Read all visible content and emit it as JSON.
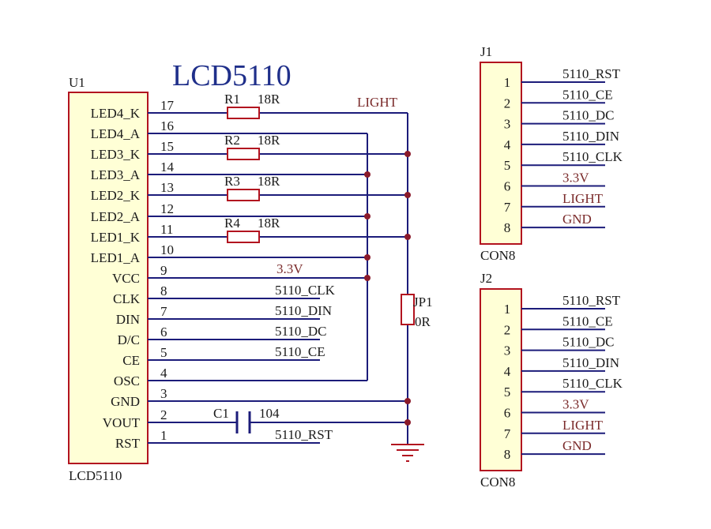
{
  "title": "LCD5110",
  "colors": {
    "wire": "#1c1c7a",
    "component": "#b2131f",
    "body": "#ffffd6",
    "net": "#7a2a2a",
    "junction": "#8a1a2a"
  },
  "u1": {
    "ref": "U1",
    "part": "LCD5110",
    "pins": [
      {
        "name": "LED4_K",
        "num": "17"
      },
      {
        "name": "LED4_A",
        "num": "16"
      },
      {
        "name": "LED3_K",
        "num": "15"
      },
      {
        "name": "LED3_A",
        "num": "14"
      },
      {
        "name": "LED2_K",
        "num": "13"
      },
      {
        "name": "LED2_A",
        "num": "12"
      },
      {
        "name": "LED1_K",
        "num": "11"
      },
      {
        "name": "LED1_A",
        "num": "10"
      },
      {
        "name": "VCC",
        "num": "9"
      },
      {
        "name": "CLK",
        "num": "8"
      },
      {
        "name": "DIN",
        "num": "7"
      },
      {
        "name": "D/C",
        "num": "6"
      },
      {
        "name": "CE",
        "num": "5"
      },
      {
        "name": "OSC",
        "num": "4"
      },
      {
        "name": "GND",
        "num": "3"
      },
      {
        "name": "VOUT",
        "num": "2"
      },
      {
        "name": "RST",
        "num": "1"
      }
    ]
  },
  "resistors": [
    {
      "ref": "R1",
      "value": "18R"
    },
    {
      "ref": "R2",
      "value": "18R"
    },
    {
      "ref": "R3",
      "value": "18R"
    },
    {
      "ref": "R4",
      "value": "18R"
    }
  ],
  "u1_nets": {
    "light": "LIGHT",
    "vcc": "3.3V",
    "clk": "5110_CLK",
    "din": "5110_DIN",
    "dc": "5110_DC",
    "ce": "5110_CE",
    "rst": "5110_RST"
  },
  "jumper": {
    "ref": "JP1",
    "value": "0R"
  },
  "capacitor": {
    "ref": "C1",
    "value": "104"
  },
  "connectors": [
    {
      "ref": "J1",
      "part": "CON8",
      "pins": [
        {
          "num": "1",
          "net": "5110_RST"
        },
        {
          "num": "2",
          "net": "5110_CE"
        },
        {
          "num": "3",
          "net": "5110_DC"
        },
        {
          "num": "4",
          "net": "5110_DIN"
        },
        {
          "num": "5",
          "net": "5110_CLK"
        },
        {
          "num": "6",
          "net": "3.3V"
        },
        {
          "num": "7",
          "net": "LIGHT"
        },
        {
          "num": "8",
          "net": "GND"
        }
      ]
    },
    {
      "ref": "J2",
      "part": "CON8",
      "pins": [
        {
          "num": "1",
          "net": "5110_RST"
        },
        {
          "num": "2",
          "net": "5110_CE"
        },
        {
          "num": "3",
          "net": "5110_DC"
        },
        {
          "num": "4",
          "net": "5110_DIN"
        },
        {
          "num": "5",
          "net": "5110_CLK"
        },
        {
          "num": "6",
          "net": "3.3V"
        },
        {
          "num": "7",
          "net": "LIGHT"
        },
        {
          "num": "8",
          "net": "GND"
        }
      ]
    }
  ]
}
